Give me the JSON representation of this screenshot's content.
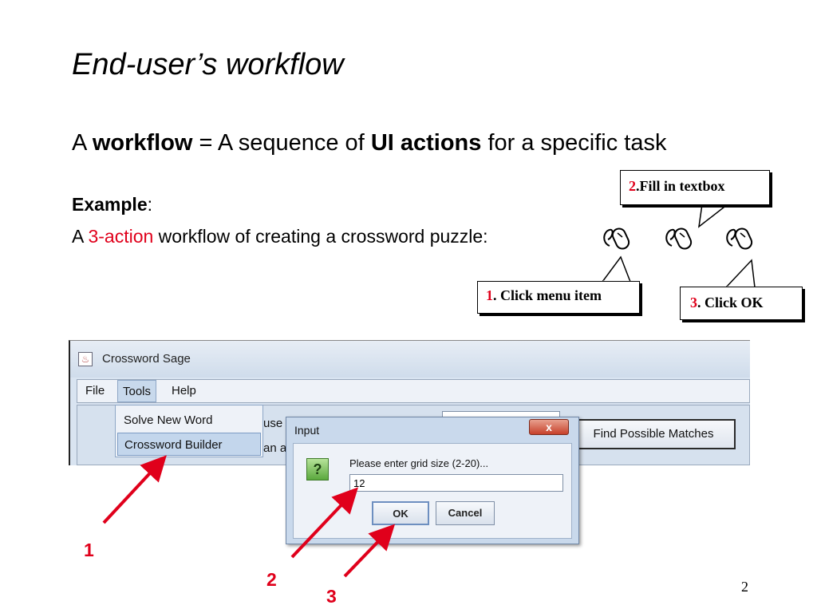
{
  "slide": {
    "title": "End-user’s workflow",
    "definition": {
      "prefix": "A ",
      "term": "workflow",
      "middle": " = A sequence of ",
      "term2": "UI actions",
      "suffix": " for a specific task"
    },
    "example_label": "Example",
    "example_colon": ":",
    "example_line": {
      "prefix": "A ",
      "highlight": "3-action",
      "suffix": " workflow of creating a crossword puzzle:"
    },
    "page_number": "2"
  },
  "callouts": [
    {
      "num": "1",
      "text": ". Click menu item"
    },
    {
      "num": "2",
      "text": ".Fill in textbox"
    },
    {
      "num": "3",
      "text": ". Click OK"
    }
  ],
  "arrow_numbers": [
    "1",
    "2",
    "3"
  ],
  "window": {
    "title": "Crossword Sage",
    "menu": [
      "File",
      "Tools",
      "Help"
    ],
    "dropdown": [
      "Solve New Word",
      "Crossword Builder"
    ],
    "partial_texts": [
      "use",
      "an a"
    ],
    "find_button": "Find Possible Matches"
  },
  "dialog": {
    "title": "Input",
    "close": "x",
    "prompt": "Please enter grid size (2-20)...",
    "input_value": "12",
    "ok": "OK",
    "cancel": "Cancel",
    "icon": "?"
  },
  "colors": {
    "accent_red": "#e0001b"
  }
}
